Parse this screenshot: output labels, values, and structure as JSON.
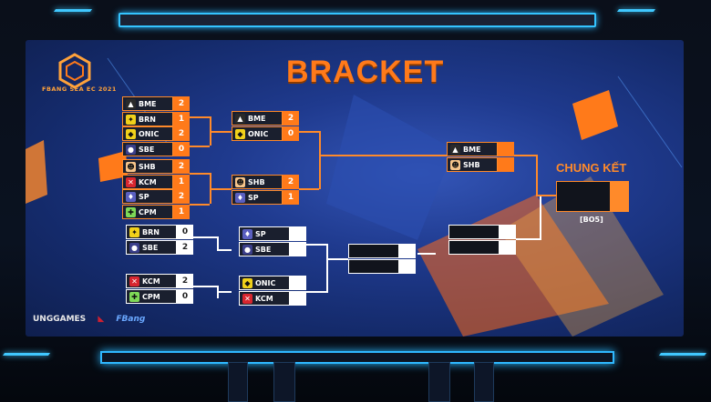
{
  "event": {
    "title": "BRACKET",
    "logo_text": "FBANG SEA EC 2021",
    "final_label": "CHUNG KẾT",
    "final_format": "[BO5]"
  },
  "sponsors": [
    "UNGGAMES",
    "FBang"
  ],
  "upper_r1": [
    {
      "t1": "BME",
      "s1": "2",
      "t2": "BRN",
      "s2": "1"
    },
    {
      "t1": "ONIC",
      "s1": "2",
      "t2": "SBE",
      "s2": "0"
    },
    {
      "t1": "SHB",
      "s1": "2",
      "t2": "KCM",
      "s2": "1"
    },
    {
      "t1": "SP",
      "s1": "2",
      "t2": "CPM",
      "s2": "1"
    }
  ],
  "upper_r2": [
    {
      "t1": "BME",
      "s1": "2",
      "t2": "ONIC",
      "s2": "0"
    },
    {
      "t1": "SHB",
      "s1": "2",
      "t2": "SP",
      "s2": "1"
    }
  ],
  "upper_final": {
    "t1": "BME",
    "t2": "SHB"
  },
  "lower_r1": [
    {
      "t1": "BRN",
      "s1": "0",
      "t2": "SBE",
      "s2": "2"
    },
    {
      "t1": "KCM",
      "s1": "2",
      "t2": "CPM",
      "s2": "0"
    }
  ],
  "lower_r2": [
    {
      "t1": "SP",
      "s1": "",
      "t2": "SBE",
      "s2": ""
    },
    {
      "t1": "ONIC",
      "s1": "",
      "t2": "KCM",
      "s2": ""
    }
  ],
  "colors": {
    "accent": "#ff7a1a",
    "screen": "#1f3a8e",
    "frame": "#34c4ff"
  }
}
